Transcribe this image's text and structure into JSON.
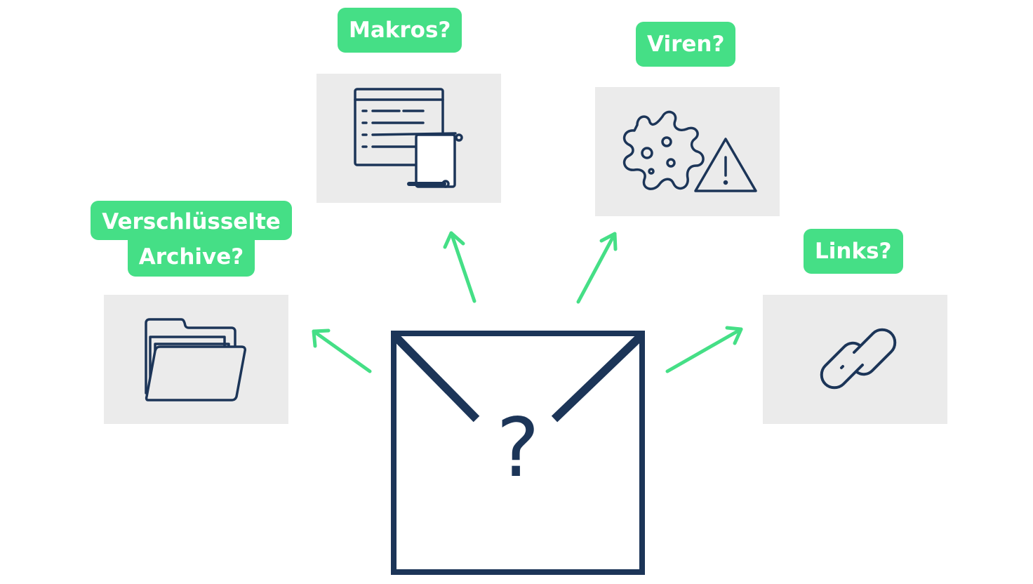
{
  "labels": {
    "makros": "Makros?",
    "viren": "Viren?",
    "links": "Links?",
    "archive_line1": "Verschlüsselte",
    "archive_line2": "Archive?"
  },
  "envelope": {
    "symbol": "?"
  },
  "icons": {
    "makros": "macro-document-icon",
    "viren": "virus-warning-icon",
    "links": "chain-link-icon",
    "archive": "folder-icon",
    "envelope": "envelope-icon"
  },
  "colors": {
    "accent_green": "#45df86",
    "card_gray": "#ebebeb",
    "navy": "#1c3558",
    "white": "#ffffff"
  }
}
